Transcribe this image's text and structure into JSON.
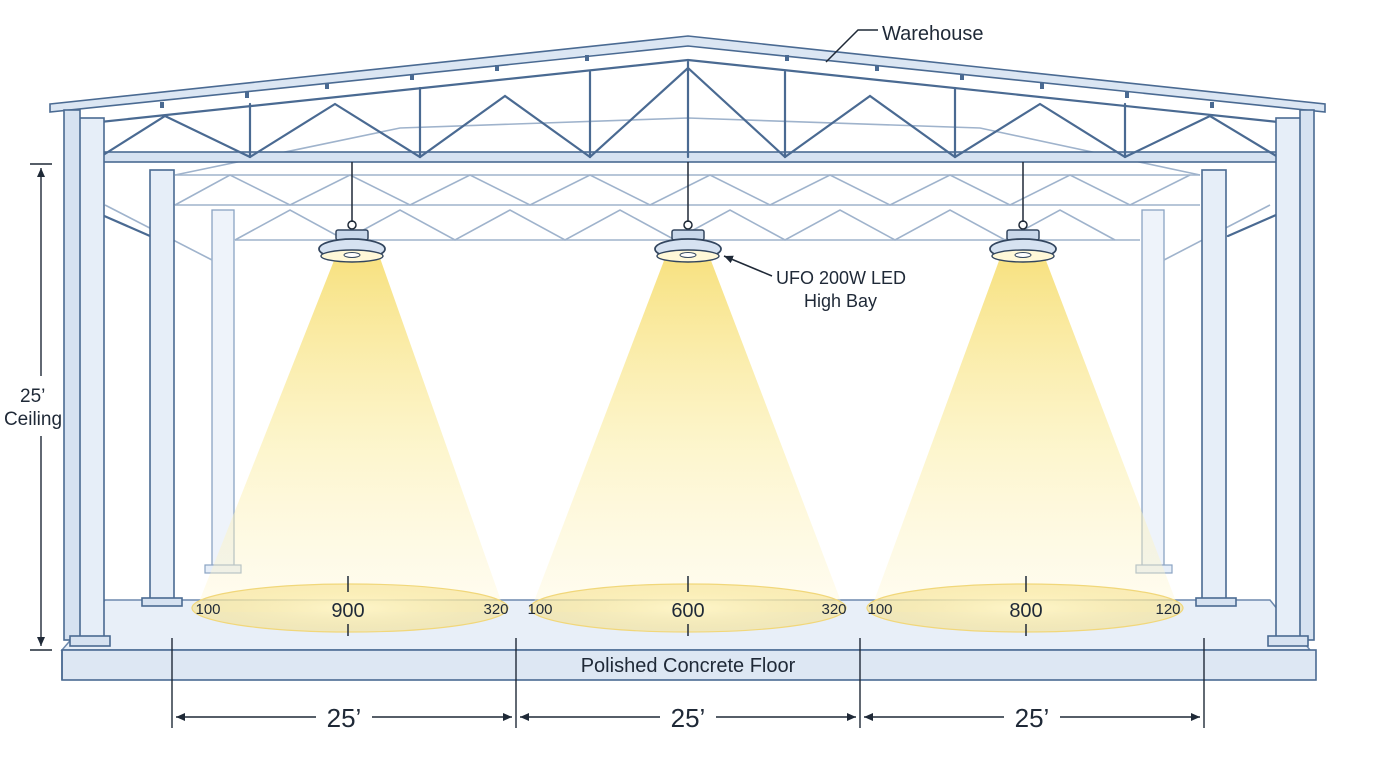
{
  "building_label": "Warehouse",
  "fixture_label": [
    "UFO 200W LED",
    "High Bay"
  ],
  "ceiling_label": [
    "25’",
    "Ceiling"
  ],
  "floor_label": "Polished Concrete Floor",
  "bay_dimensions": [
    "25’",
    "25’",
    "25’"
  ],
  "fixtures": [
    {
      "center": "900",
      "left": "100",
      "right": "320"
    },
    {
      "center": "600",
      "left": "100",
      "right": "320"
    },
    {
      "center": "800",
      "left": "100",
      "right": "120"
    }
  ],
  "colors": {
    "steel_stroke": "#4a6a92",
    "steel_fill": "#e6eef8",
    "light_beam": "#f7e27a",
    "floor": "#e3ecf6"
  }
}
